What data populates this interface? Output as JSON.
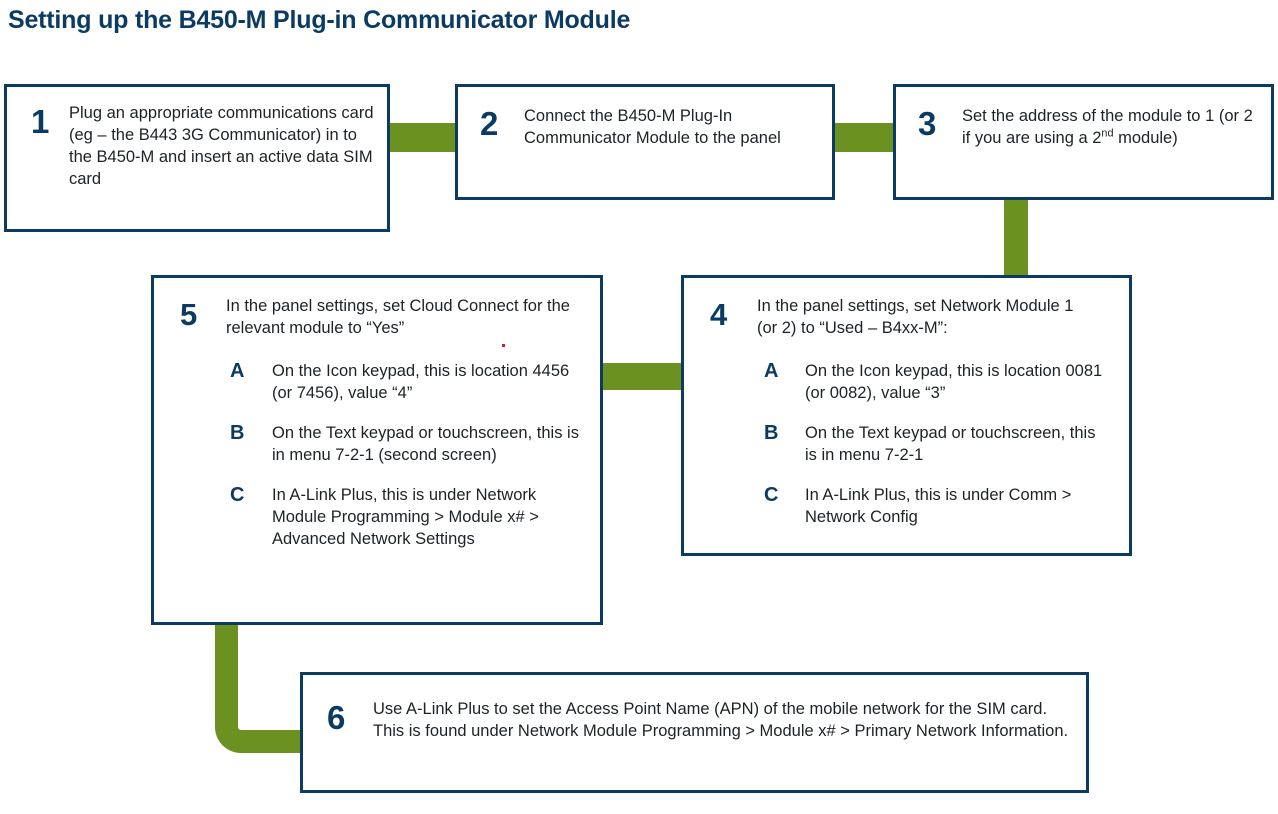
{
  "title": "Setting up the B450-M Plug-in Communicator Module",
  "colors": {
    "navy": "#0b3b63",
    "green": "#6b9220",
    "body_text": "#1c2226",
    "background": "#ffffff",
    "speck": "#d0202c"
  },
  "steps": [
    {
      "number": "1",
      "text": "Plug an appropriate communications card (eg – the B443 3G Communicator) in to the B450-M and insert an active data SIM card",
      "sub_items": []
    },
    {
      "number": "2",
      "text": "Connect the B450-M Plug-In Communicator Module to the panel",
      "sub_items": []
    },
    {
      "number": "3",
      "text_before": "Set the address of the module to 1 (or 2 if you are using a 2",
      "superscript": "nd",
      "text_after": " module)",
      "sub_items": []
    },
    {
      "number": "4",
      "text": "In the panel settings, set Network Module 1 (or 2) to “Used – B4xx-M”:",
      "sub_items": [
        {
          "letter": "A",
          "text": "On the Icon keypad, this is location 0081 (or 0082), value “3”"
        },
        {
          "letter": "B",
          "text": "On the Text keypad or touchscreen, this is in menu 7-2-1"
        },
        {
          "letter": "C",
          "text": "In A-Link Plus, this is under Comm > Network Config"
        }
      ]
    },
    {
      "number": "5",
      "text": "In the panel settings, set Cloud Connect for the relevant module to “Yes”",
      "sub_items": [
        {
          "letter": "A",
          "text": "On the Icon keypad, this is location 4456 (or 7456), value “4”"
        },
        {
          "letter": "B",
          "text": "On the Text keypad or touchscreen, this is in menu 7-2-1 (second screen)"
        },
        {
          "letter": "C",
          "text": "In A-Link Plus, this is under Network Module Programming > Module x# > Advanced Network Settings"
        }
      ]
    },
    {
      "number": "6",
      "text": "Use A-Link Plus to set the Access Point Name (APN) of the mobile network for the SIM card. This is found under Network Module Programming > Module x# > Primary Network Information.",
      "sub_items": []
    }
  ],
  "flow": {
    "connectors": [
      {
        "name": "step1-to-step2",
        "orientation": "horizontal"
      },
      {
        "name": "step2-to-step3",
        "orientation": "horizontal"
      },
      {
        "name": "step3-to-step4",
        "orientation": "vertical"
      },
      {
        "name": "step4-to-step5",
        "orientation": "horizontal"
      },
      {
        "name": "step5-to-step6",
        "orientation": "elbow"
      }
    ]
  }
}
